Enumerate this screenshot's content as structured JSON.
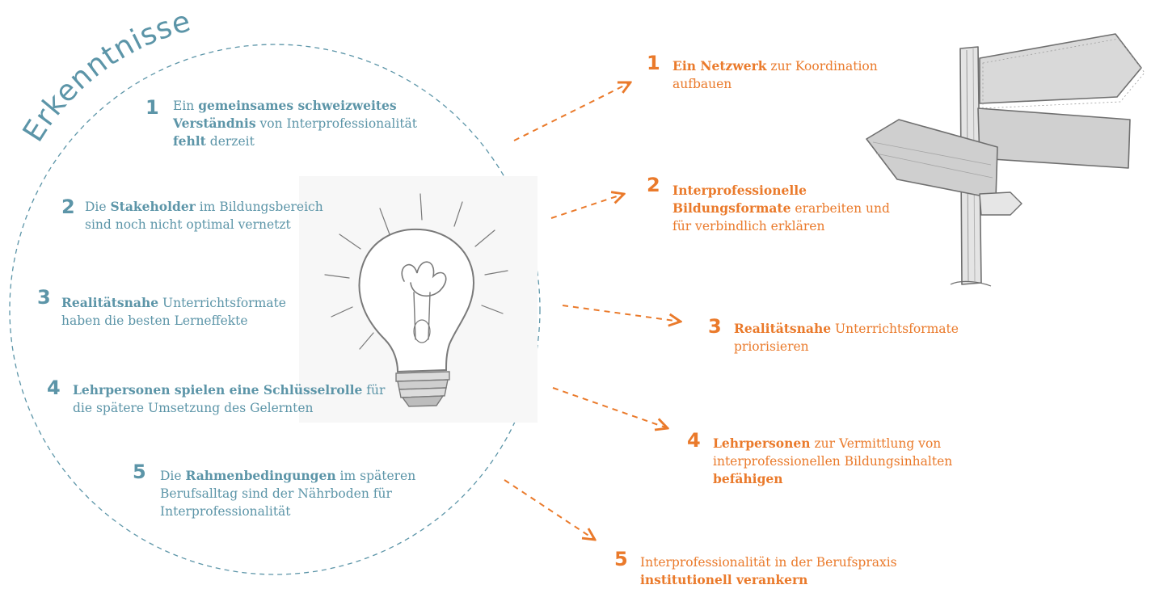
{
  "colors": {
    "teal": "#5c95a8",
    "orange": "#ea7a2b",
    "sketch": "#6f6f6f"
  },
  "title": "Erkenntnisse",
  "findings": [
    {
      "number": "1",
      "lines": [
        [
          {
            "t": "Ein ",
            "b": false
          },
          {
            "t": "gemeinsames schweizweites",
            "b": true
          }
        ],
        [
          {
            "t": "Verständnis",
            "b": true
          },
          {
            "t": " von Interprofessionalität",
            "b": false
          }
        ],
        [
          {
            "t": "fehlt",
            "b": true
          },
          {
            "t": " derzeit",
            "b": false
          }
        ]
      ]
    },
    {
      "number": "2",
      "lines": [
        [
          {
            "t": "Die ",
            "b": false
          },
          {
            "t": "Stakeholder",
            "b": true
          },
          {
            "t": " im Bildungsbereich",
            "b": false
          }
        ],
        [
          {
            "t": "sind noch nicht optimal vernetzt",
            "b": false
          }
        ]
      ]
    },
    {
      "number": "3",
      "lines": [
        [
          {
            "t": "Realitätsnahe",
            "b": true
          },
          {
            "t": " Unterrichtsformate",
            "b": false
          }
        ],
        [
          {
            "t": "haben die besten Lerneffekte",
            "b": false
          }
        ]
      ]
    },
    {
      "number": "4",
      "lines": [
        [
          {
            "t": "Lehrpersonen spielen eine Schlüsselrolle",
            "b": true
          },
          {
            "t": " für",
            "b": false
          }
        ],
        [
          {
            "t": "die spätere Umsetzung des Gelernten",
            "b": false
          }
        ]
      ]
    },
    {
      "number": "5",
      "lines": [
        [
          {
            "t": "Die ",
            "b": false
          },
          {
            "t": "Rahmenbedingungen",
            "b": true
          },
          {
            "t": " im späteren",
            "b": false
          }
        ],
        [
          {
            "t": "Berufsalltag sind der Nährboden für",
            "b": false
          }
        ],
        [
          {
            "t": "Interprofessionalität",
            "b": false
          }
        ]
      ]
    }
  ],
  "recommendations": [
    {
      "number": "1",
      "lines": [
        [
          {
            "t": "Ein Netzwerk",
            "b": true
          },
          {
            "t": " zur Koordination",
            "b": false
          }
        ],
        [
          {
            "t": "aufbauen",
            "b": false
          }
        ]
      ]
    },
    {
      "number": "2",
      "lines": [
        [
          {
            "t": "Interprofessionelle",
            "b": true
          }
        ],
        [
          {
            "t": "Bildungsformate",
            "b": true
          },
          {
            "t": " erarbeiten und",
            "b": false
          }
        ],
        [
          {
            "t": "für verbindlich erklären",
            "b": false
          }
        ]
      ]
    },
    {
      "number": "3",
      "lines": [
        [
          {
            "t": "Realitätsnahe",
            "b": true
          },
          {
            "t": " Unterrichtsformate",
            "b": false
          }
        ],
        [
          {
            "t": "priorisieren",
            "b": false
          }
        ]
      ]
    },
    {
      "number": "4",
      "lines": [
        [
          {
            "t": "Lehrpersonen",
            "b": true
          },
          {
            "t": " zur Vermittlung von",
            "b": false
          }
        ],
        [
          {
            "t": "interprofessionellen Bildungsinhalten",
            "b": false
          }
        ],
        [
          {
            "t": "befähigen",
            "b": true
          }
        ]
      ]
    },
    {
      "number": "5",
      "lines": [
        [
          {
            "t": "Interprofessionalität in der Berufspraxis",
            "b": false
          }
        ],
        [
          {
            "t": "institutionell verankern",
            "b": true
          }
        ]
      ]
    }
  ]
}
